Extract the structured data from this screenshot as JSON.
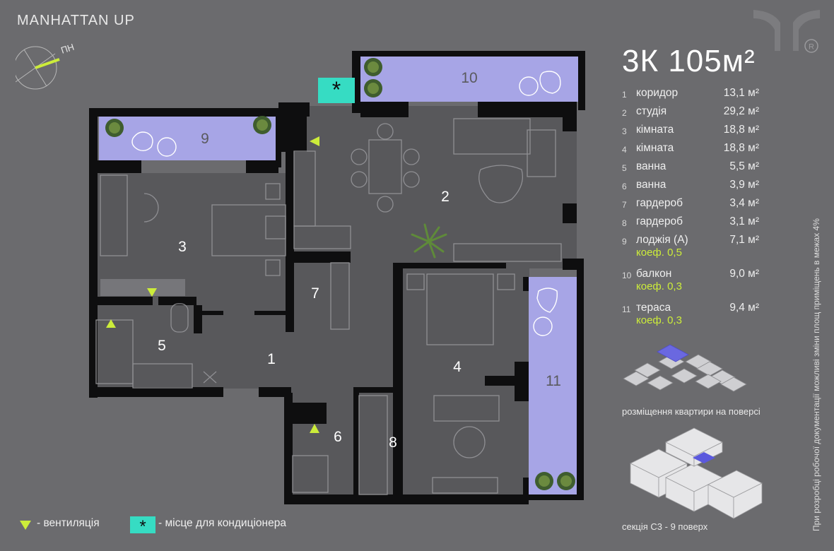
{
  "brand": "MANHATTAN UP",
  "compass": {
    "label": "ПН"
  },
  "apartment": {
    "title": "3К 105м²"
  },
  "rooms": [
    {
      "num": "1",
      "name": "коридор",
      "area": "13,1 м²"
    },
    {
      "num": "2",
      "name": "студія",
      "area": "29,2 м²"
    },
    {
      "num": "3",
      "name": "кімната",
      "area": "18,8 м²"
    },
    {
      "num": "4",
      "name": "кімната",
      "area": "18,8 м²"
    },
    {
      "num": "5",
      "name": "ванна",
      "area": "5,5 м²"
    },
    {
      "num": "6",
      "name": "ванна",
      "area": "3,9 м²"
    },
    {
      "num": "7",
      "name": "гардероб",
      "area": "3,4 м²"
    },
    {
      "num": "8",
      "name": "гардероб",
      "area": "3,1 м²"
    },
    {
      "num": "9",
      "name": "лоджія (А)",
      "area": "7,1 м²",
      "coef": "коеф. 0,5"
    },
    {
      "num": "10",
      "name": "балкон",
      "area": "9,0 м²",
      "coef": "коеф. 0,3"
    },
    {
      "num": "11",
      "name": "тераса",
      "area": "9,4 м²",
      "coef": "коеф. 0,3"
    }
  ],
  "captions": {
    "floor_location": "розміщення квартири на поверсі",
    "section": "секція С3 - 9 поверх",
    "side_note": "При розробці робочої документації можливі зміни площ приміщень в межах 4%"
  },
  "legend": {
    "ventilation": "- вентиляція",
    "ac": "- місце для кондиціонера"
  },
  "colors": {
    "background": "#6b6b6e",
    "floor": "#58585b",
    "walls": "#0d0d0d",
    "balcony": "#a7a5e6",
    "accent": "#ccec3a",
    "ac_marker": "#36dcc3"
  },
  "icons": [
    "brand-logo",
    "registered-mark",
    "ventilation-triangle-icon",
    "ac-asterisk-icon",
    "plant-icon"
  ]
}
